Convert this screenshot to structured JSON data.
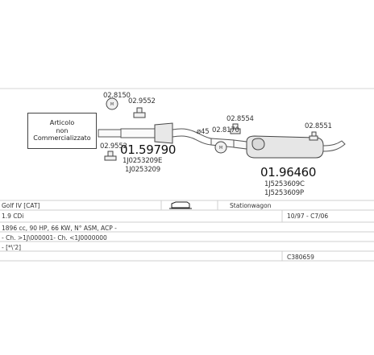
{
  "note": {
    "line1": "Articolo",
    "line2": "non",
    "line3": "Commercializzato"
  },
  "refs": {
    "clamp_a": "02.8150",
    "clamp_b": "02.9552",
    "clamp_c": "02.9552",
    "diameter": "ø45",
    "clamp_d": "02.8170",
    "clamp_e": "02.8554",
    "clamp_f": "02.8551"
  },
  "parts": {
    "front": {
      "number": "01.59790",
      "oem1": "1J0253209E",
      "oem2": "1J0253209"
    },
    "rear": {
      "number": "01.96460",
      "oem1": "1J5253609C",
      "oem2": "1J5253609P"
    }
  },
  "table": {
    "row1": {
      "model": "Golf IV  [CAT]",
      "body": "Stationwagon"
    },
    "row2": {
      "engine": "1.9 CDi",
      "years": "10/97 - C7/06"
    },
    "row3": {
      "spec": "1896 cc, 90 HP, 66 KW, N° ASM, ACP -"
    },
    "row4": {
      "chassis": "- Ch. >1J\\000001- Ch. <1J0000000"
    },
    "row5": {
      "note": "- [*\\'2]"
    },
    "row6": {
      "code": "C380659"
    }
  },
  "icons": {
    "car": "wagon-car-icon",
    "clamp": "clamp-bracket-icon",
    "hanger": "rubber-hanger-icon"
  }
}
